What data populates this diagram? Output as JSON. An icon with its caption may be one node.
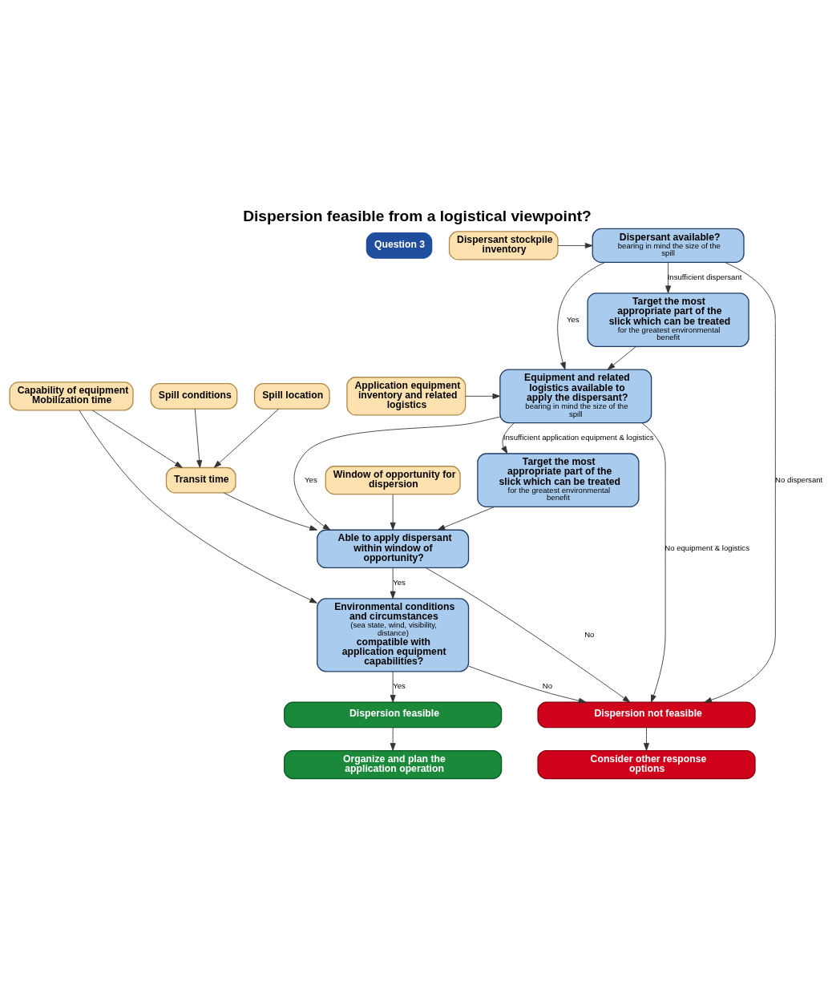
{
  "diagram": {
    "title": "Dispersion feasible from a logistical viewpoint?",
    "nodes": [
      {
        "text": [
          "Question 3"
        ]
      },
      {
        "text": [
          "Dispersant available?",
          "bearing in mind the size of the spill"
        ]
      },
      {
        "text": [
          "Dispersant stockpile inventory"
        ]
      },
      {
        "text": [
          "Target the most appropriate part of the slick which can be treated",
          "for the greatest environmental benefit"
        ]
      },
      {
        "text": [
          "Equipment and related logistics available to apply the dispersant?",
          "bearing in mind the size of the spill"
        ]
      },
      {
        "text": [
          "Application equipment inventory and related logistics"
        ]
      },
      {
        "text": [
          "Window of opportunity for dispersion"
        ]
      },
      {
        "text": [
          "Target the most appropriate part of the slick which can be treated",
          "for the greatest environmental benefit"
        ]
      },
      {
        "text": [
          "Able to apply dispersant within window of opportunity?"
        ]
      },
      {
        "text": [
          "Transit time"
        ]
      },
      {
        "text": [
          "Spill location"
        ]
      },
      {
        "text": [
          "Spill conditions"
        ]
      },
      {
        "text": [
          "Environmental conditions and circumstances",
          "(sea state, wind, visibility, distance)",
          "compatible with application equipment capabilities?"
        ]
      },
      {
        "text": [
          "Capability of equipment Mobilization time"
        ]
      },
      {
        "text": [
          "Dispersion not feasible"
        ]
      },
      {
        "text": [
          "Dispersion feasible"
        ]
      },
      {
        "text": [
          "Consider other response options"
        ]
      },
      {
        "text": [
          "Organize and plan the application operation"
        ]
      }
    ],
    "edges": [
      {
        "from": 2,
        "to": 1,
        "arrow": "to"
      },
      {
        "from": 1,
        "to": 14,
        "label": "No dispersant",
        "arrow": "to"
      },
      {
        "from": 1,
        "to": 3,
        "label": "Insufficient dispersant",
        "arrow": "to"
      },
      {
        "from": 1,
        "to": 4,
        "label": "Yes",
        "arrow": "to"
      },
      {
        "from": 3,
        "to": 4,
        "arrow": "to"
      },
      {
        "from": 5,
        "to": 4,
        "arrow": "to"
      },
      {
        "from": 4,
        "to": 14,
        "label": "No equipment & logistics",
        "arrow": "to"
      },
      {
        "from": 4,
        "to": 7,
        "label": "Insufficient application equipment & logistics",
        "arrow": "to"
      },
      {
        "from": 4,
        "to": 8,
        "label": "Yes",
        "arrow": "to"
      },
      {
        "from": 7,
        "to": 8,
        "arrow": "to"
      },
      {
        "from": 6,
        "to": 8,
        "arrow": "to"
      },
      {
        "from": 8,
        "to": 14,
        "label": "No",
        "arrow": "to"
      },
      {
        "from": 8,
        "to": 12,
        "label": "Yes",
        "arrow": "to"
      },
      {
        "from": 10,
        "to": 9,
        "arrow": "to"
      },
      {
        "from": 11,
        "to": 9,
        "arrow": "to"
      },
      {
        "from": 9,
        "to": 8,
        "arrow": "to"
      },
      {
        "from": 13,
        "to": 9,
        "arrow": "to"
      },
      {
        "from": 13,
        "to": 12,
        "arrow": "to"
      },
      {
        "from": 12,
        "to": 14,
        "label": "No",
        "arrow": "to"
      },
      {
        "from": 12,
        "to": 15,
        "label": "Yes",
        "arrow": "to"
      },
      {
        "from": 14,
        "to": 16,
        "arrow": "to"
      },
      {
        "from": 15,
        "to": 17,
        "arrow": "to"
      }
    ]
  }
}
